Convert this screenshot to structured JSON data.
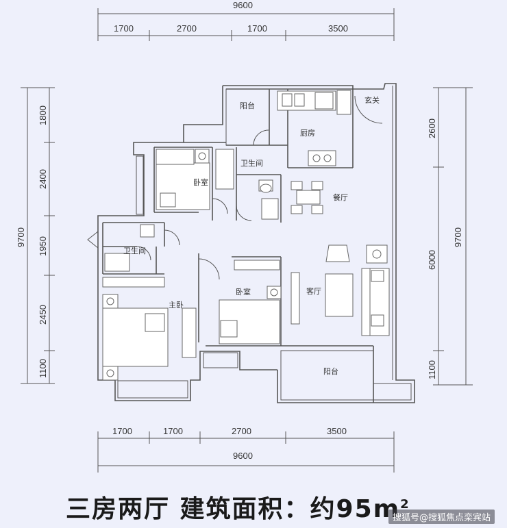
{
  "dimensions": {
    "top_total": "9600",
    "top_segments": [
      "1700",
      "2700",
      "1700",
      "3500"
    ],
    "bottom_segments": [
      "1700",
      "1700",
      "2700",
      "3500"
    ],
    "bottom_total": "9600",
    "left_segments": [
      "1800",
      "2400",
      "1950",
      "2450",
      "1100"
    ],
    "left_total": "9700",
    "right_segments": [
      "2600",
      "6000",
      "1100"
    ],
    "right_total": "9700"
  },
  "rooms": {
    "balcony_north": "阳台",
    "entrance": "玄关",
    "kitchen": "厨房",
    "bathroom_1": "卫生间",
    "bedroom_north": "卧室",
    "dining": "餐厅",
    "bathroom_2": "卫生间",
    "master_bedroom": "主卧",
    "bedroom_middle": "卧室",
    "living": "客厅",
    "balcony_south": "阳台"
  },
  "caption": {
    "text": "三房两厅 建筑面积：约95m",
    "superscript": "2"
  },
  "watermark": "搜狐号@搜狐焦点栾宾站"
}
